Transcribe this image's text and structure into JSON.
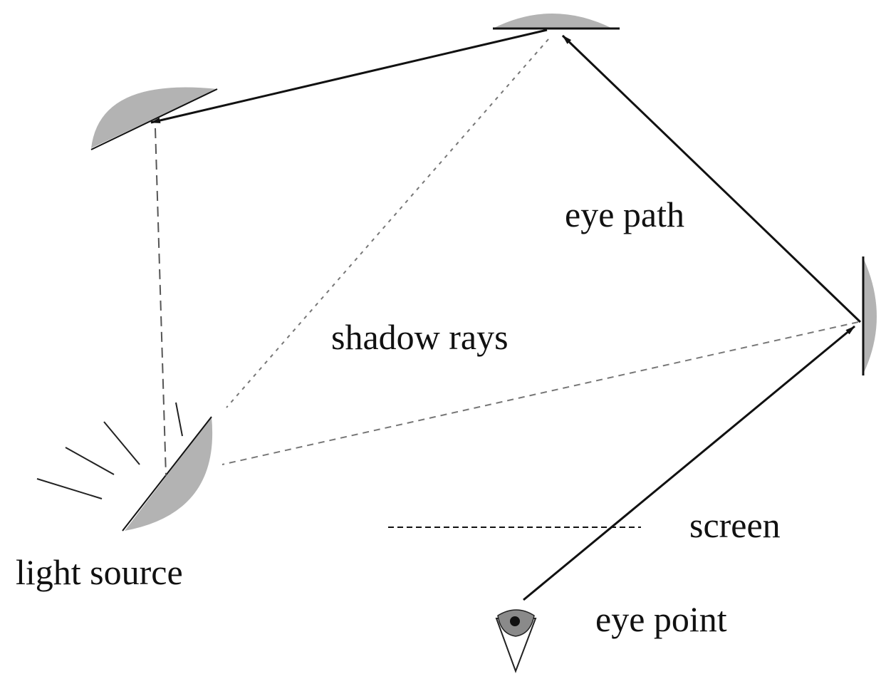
{
  "labels": {
    "eye_path": "eye path",
    "shadow_rays": "shadow rays",
    "screen": "screen",
    "light_source": "light source",
    "eye_point": "eye point"
  },
  "colors": {
    "surface_fill": "#b3b3b3",
    "ink": "#111111",
    "dashed": "#666666",
    "background": "#ffffff"
  }
}
